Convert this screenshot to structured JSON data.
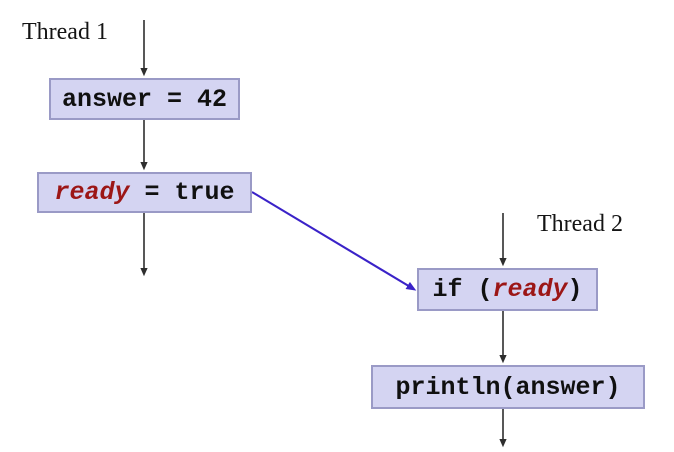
{
  "diagram": {
    "title": "Thread visibility / happens-before diagram",
    "background_color": "#ffffff",
    "node_fill_color": "#d4d4f2",
    "node_border_color": "#9a9ac6",
    "flow_arrow_color": "#3a3a3a",
    "sync_arrow_color": "#3a22c8",
    "highlight_var_color": "#9c1616"
  },
  "threads": [
    {
      "id": "thread1",
      "label": "Thread 1"
    },
    {
      "id": "thread2",
      "label": "Thread 2"
    }
  ],
  "nodes": [
    {
      "id": "assign",
      "thread": "thread1",
      "text": "answer = 42",
      "parts": [
        {
          "text": "answer = 42",
          "style": "plain"
        }
      ]
    },
    {
      "id": "flag",
      "thread": "thread1",
      "text": "ready = true",
      "parts": [
        {
          "text": "ready",
          "style": "highlight"
        },
        {
          "text": " = true",
          "style": "plain"
        }
      ]
    },
    {
      "id": "if",
      "thread": "thread2",
      "text": "if (ready)",
      "parts": [
        {
          "text": "if (",
          "style": "plain"
        },
        {
          "text": "ready",
          "style": "highlight"
        },
        {
          "text": ")",
          "style": "plain"
        }
      ]
    },
    {
      "id": "println",
      "thread": "thread2",
      "text": "println(answer)",
      "parts": [
        {
          "text": "println(answer)",
          "style": "plain"
        }
      ]
    }
  ],
  "edges": [
    {
      "id": "t1-entry",
      "kind": "flow",
      "from": "thread1-start",
      "to": "assign"
    },
    {
      "id": "assign-to-flag",
      "kind": "flow",
      "from": "assign",
      "to": "flag"
    },
    {
      "id": "t1-exit",
      "kind": "flow",
      "from": "flag",
      "to": "thread1-end"
    },
    {
      "id": "t2-entry",
      "kind": "flow",
      "from": "thread2-start",
      "to": "if"
    },
    {
      "id": "if-to-println",
      "kind": "flow",
      "from": "if",
      "to": "println"
    },
    {
      "id": "t2-exit",
      "kind": "flow",
      "from": "println",
      "to": "thread2-end"
    },
    {
      "id": "flag-to-if",
      "kind": "sync",
      "from": "flag",
      "to": "if"
    }
  ]
}
